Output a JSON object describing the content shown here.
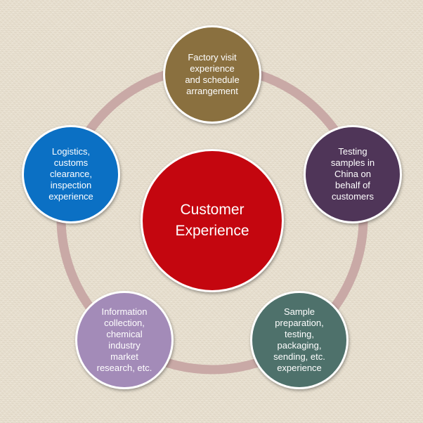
{
  "center": {
    "label": "Customer\nExperience",
    "color": "#c4060f"
  },
  "nodes": [
    {
      "id": "factory-visit",
      "label": "Factory visit\nexperience\nand schedule\narrangement",
      "color": "#8a703f"
    },
    {
      "id": "testing-samples",
      "label": "Testing\nsamples in\nChina on\nbehalf of\ncustomers",
      "color": "#4f3558"
    },
    {
      "id": "sample-preparation",
      "label": "Sample\npreparation,\ntesting,\npackaging,\nsending, etc.\nexperience",
      "color": "#4e716b"
    },
    {
      "id": "information-collection",
      "label": "Information\ncollection,\nchemical\nindustry\nmarket\nresearch, etc.",
      "color": "#a38bb8"
    },
    {
      "id": "logistics",
      "label": "Logistics,\ncustoms\nclearance,\ninspection\nexperience",
      "color": "#0b70c4"
    }
  ],
  "ring_color": "#c9a9a6"
}
